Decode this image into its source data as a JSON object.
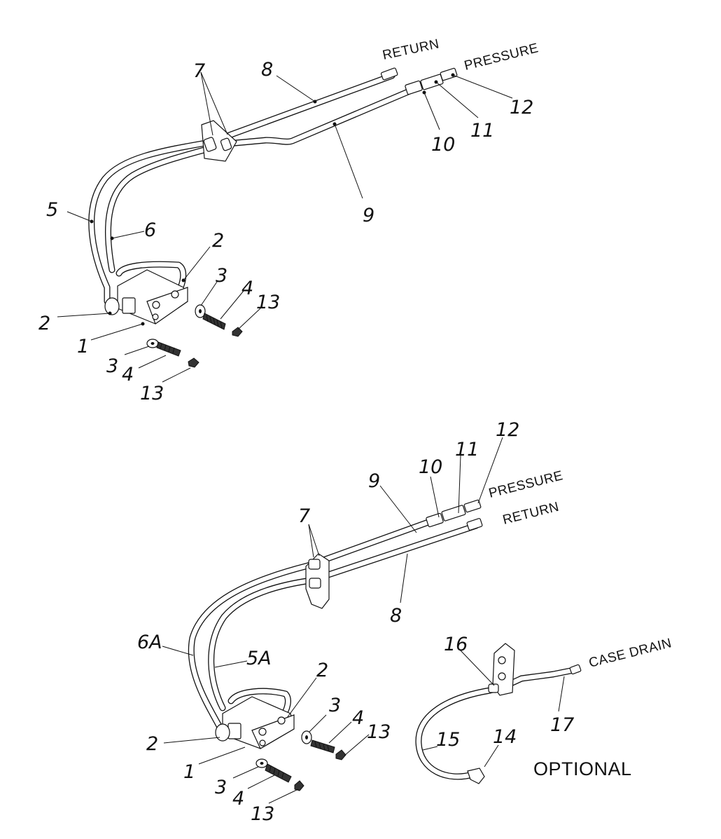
{
  "top_assembly": {
    "ports": {
      "return": "RETURN",
      "pressure": "PRESSURE"
    },
    "callouts": {
      "c1": "1",
      "c2a": "2",
      "c2b": "2",
      "c3a": "3",
      "c3b": "3",
      "c4a": "4",
      "c4b": "4",
      "c5": "5",
      "c6": "6",
      "c7": "7",
      "c8": "8",
      "c9": "9",
      "c10": "10",
      "c11": "11",
      "c12": "12",
      "c13a": "13",
      "c13b": "13"
    }
  },
  "bottom_assembly": {
    "ports": {
      "pressure": "PRESSURE",
      "return": "RETURN"
    },
    "callouts": {
      "c1": "1",
      "c2a": "2",
      "c2b": "2",
      "c3a": "3",
      "c3b": "3",
      "c4a": "4",
      "c4b": "4",
      "c5a": "5A",
      "c6a": "6A",
      "c7": "7",
      "c8": "8",
      "c9": "9",
      "c10": "10",
      "c11": "11",
      "c12": "12",
      "c13a": "13",
      "c13b": "13"
    }
  },
  "optional_kit": {
    "title": "OPTIONAL",
    "port": "CASE DRAIN",
    "callouts": {
      "c14": "14",
      "c15": "15",
      "c16": "16",
      "c17": "17"
    }
  }
}
